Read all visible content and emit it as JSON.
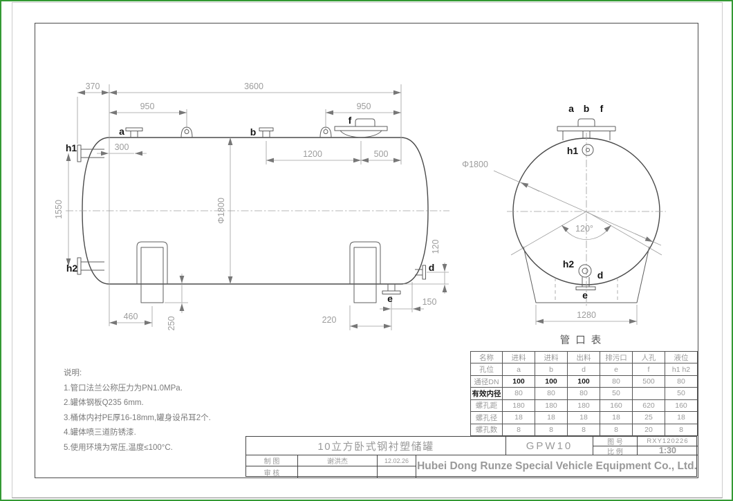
{
  "side_view": {
    "nozzle_labels": {
      "a": "a",
      "b": "b",
      "f": "f",
      "h1": "h1",
      "h2": "h2",
      "d": "d",
      "e": "e"
    },
    "dims": {
      "end_overhang": "370",
      "shell_length": "3600",
      "lug_left_offset": "950",
      "lug_right_offset": "950",
      "nozzle_a_offset": "300",
      "b_to_f": "1200",
      "f_to_tangent": "500",
      "h1_to_h2": "1550",
      "diameter": "Φ1800",
      "leg_offset": "460",
      "leg_height": "250",
      "leg_to_drain": "220",
      "drain_to_d": "150",
      "d_height": "120"
    }
  },
  "end_view": {
    "nozzle_labels": {
      "a": "a",
      "b": "b",
      "f": "f",
      "h1": "h1",
      "h2": "h2",
      "d": "d",
      "e": "e"
    },
    "dims": {
      "diameter": "Φ1800",
      "angle": "120°",
      "saddle_width": "1280"
    }
  },
  "notes": {
    "heading": "说明:",
    "items": [
      "1.管口法兰公称压力为PN1.0MPa.",
      "2.罐体钢板Q235  6mm.",
      "3.桶体内衬PE厚16-18mm,罐身设吊耳2个.",
      "4.罐体喷三道防锈漆.",
      "5.使用环境为常压,温度≤100°C."
    ]
  },
  "nozzle_table": {
    "title": "管 口 表",
    "columns": [
      "名称",
      "进料",
      "进料",
      "出料",
      "排污口",
      "人孔",
      "液位"
    ],
    "rows": [
      {
        "label": "孔位",
        "values": [
          "a",
          "b",
          "d",
          "e",
          "f",
          "h1 h2"
        ]
      },
      {
        "label": "通径DN",
        "values": [
          "100",
          "100",
          "100",
          "80",
          "500",
          "80"
        ]
      },
      {
        "label": "有效内径",
        "values": [
          "80",
          "80",
          "80",
          "50",
          "",
          "50"
        ]
      },
      {
        "label": "螺孔距",
        "values": [
          "180",
          "180",
          "180",
          "160",
          "620",
          "160"
        ]
      },
      {
        "label": "螺孔径",
        "values": [
          "18",
          "18",
          "18",
          "18",
          "25",
          "18"
        ]
      },
      {
        "label": "螺孔数",
        "values": [
          "8",
          "8",
          "8",
          "8",
          "20",
          "8"
        ]
      }
    ]
  },
  "title_block": {
    "product_title": "10立方卧式钢衬塑储罐",
    "model": "GPW10",
    "drawing_no_label": "图  号",
    "drawing_no": "RXY120226",
    "scale_label": "比  例",
    "scale": "1:30",
    "drafted_label": "制  图",
    "drafted_by": "谢洪杰",
    "draft_date": "12.02.26",
    "checked_label": "审  核",
    "company": "Hubei Dong Runze Special Vehicle Equipment Co., Ltd."
  },
  "colors": {
    "company_green": "#00a651",
    "border_green": "#339933"
  }
}
